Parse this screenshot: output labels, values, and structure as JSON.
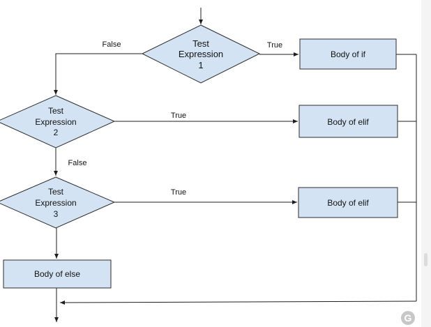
{
  "nodes": {
    "test1": {
      "lines": [
        "Test",
        "Expression",
        "1"
      ]
    },
    "test2": {
      "lines": [
        "Test",
        "Expression",
        "2"
      ]
    },
    "test3": {
      "lines": [
        "Test",
        "Expression",
        "3"
      ]
    },
    "body_if": {
      "label": "Body of if"
    },
    "body_elif_1": {
      "label": "Body of elif"
    },
    "body_elif_2": {
      "label": "Body of elif"
    },
    "body_else": {
      "label": "Body of else"
    }
  },
  "edges": {
    "test1_false": "False",
    "test1_true": "True",
    "test2_true": "True",
    "test2_false": "False",
    "test3_true": "True"
  },
  "badge": {
    "letter": "G"
  }
}
